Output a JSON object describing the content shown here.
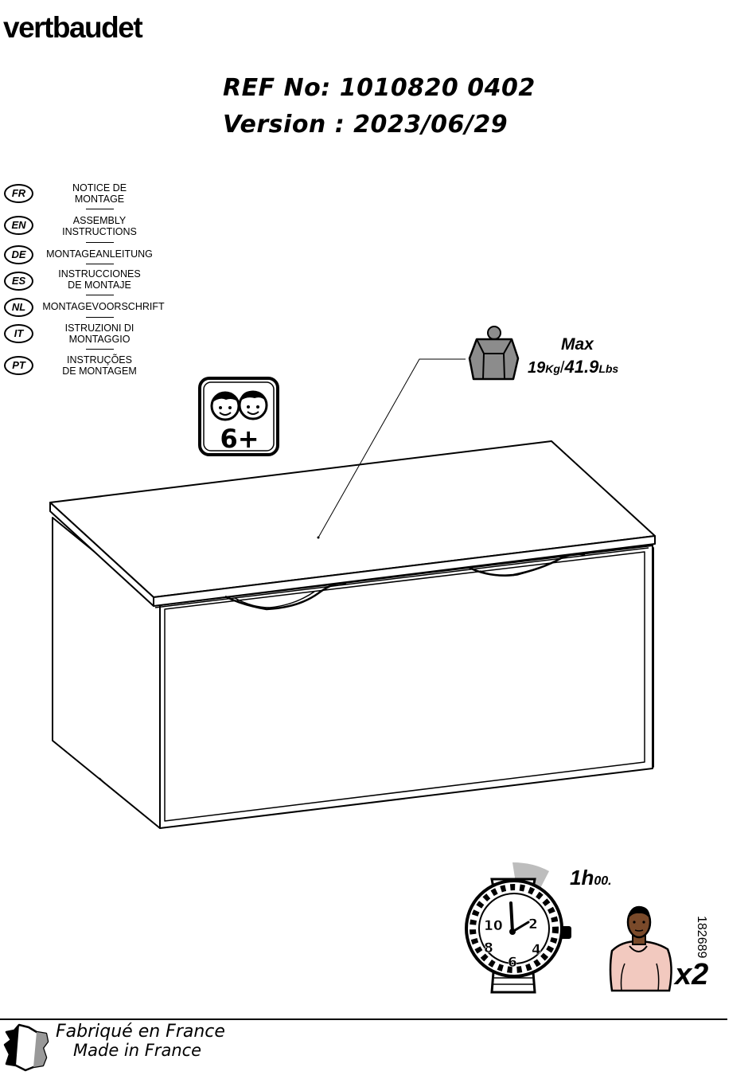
{
  "brand": "vertbaudet",
  "header": {
    "ref_line": "REF No: 1010820 0402",
    "version_line": "Version : 2023/06/29"
  },
  "languages": [
    {
      "code": "FR",
      "title_1": "NOTICE DE",
      "title_2": "MONTAGE"
    },
    {
      "code": "EN",
      "title_1": "ASSEMBLY",
      "title_2": "INSTRUCTIONS"
    },
    {
      "code": "DE",
      "title_1": "MONTAGEANLEITUNG",
      "title_2": ""
    },
    {
      "code": "ES",
      "title_1": "INSTRUCCIONES",
      "title_2": "DE MONTAJE"
    },
    {
      "code": "NL",
      "title_1": "MONTAGEVOORSCHRIFT",
      "title_2": ""
    },
    {
      "code": "IT",
      "title_1": "ISTRUZIONI DI",
      "title_2": "MONTAGGIO"
    },
    {
      "code": "PT",
      "title_1": "INSTRUÇÕES",
      "title_2": "DE MONTAGEM"
    }
  ],
  "age_badge": "6+",
  "max_load": {
    "label": "Max",
    "kg_value": "19",
    "kg_unit": "Kg",
    "separator": "/",
    "lbs_value": "41.9",
    "lbs_unit": "Lbs"
  },
  "assembly_time": {
    "hours": "1",
    "h": "h",
    "minutes": "00."
  },
  "clock_numbers": [
    "10",
    "2",
    "8",
    "6",
    "4"
  ],
  "persons": "x2",
  "footer": {
    "fr": "Fabriqué en France",
    "en": "Made in France"
  },
  "doc_number": "182689",
  "colors": {
    "weight_fill": "#8c8c8c",
    "person_skin": "#f2c9bf",
    "face_skin": "#7a4a2a",
    "clock_sector": "#bdbdbd"
  }
}
